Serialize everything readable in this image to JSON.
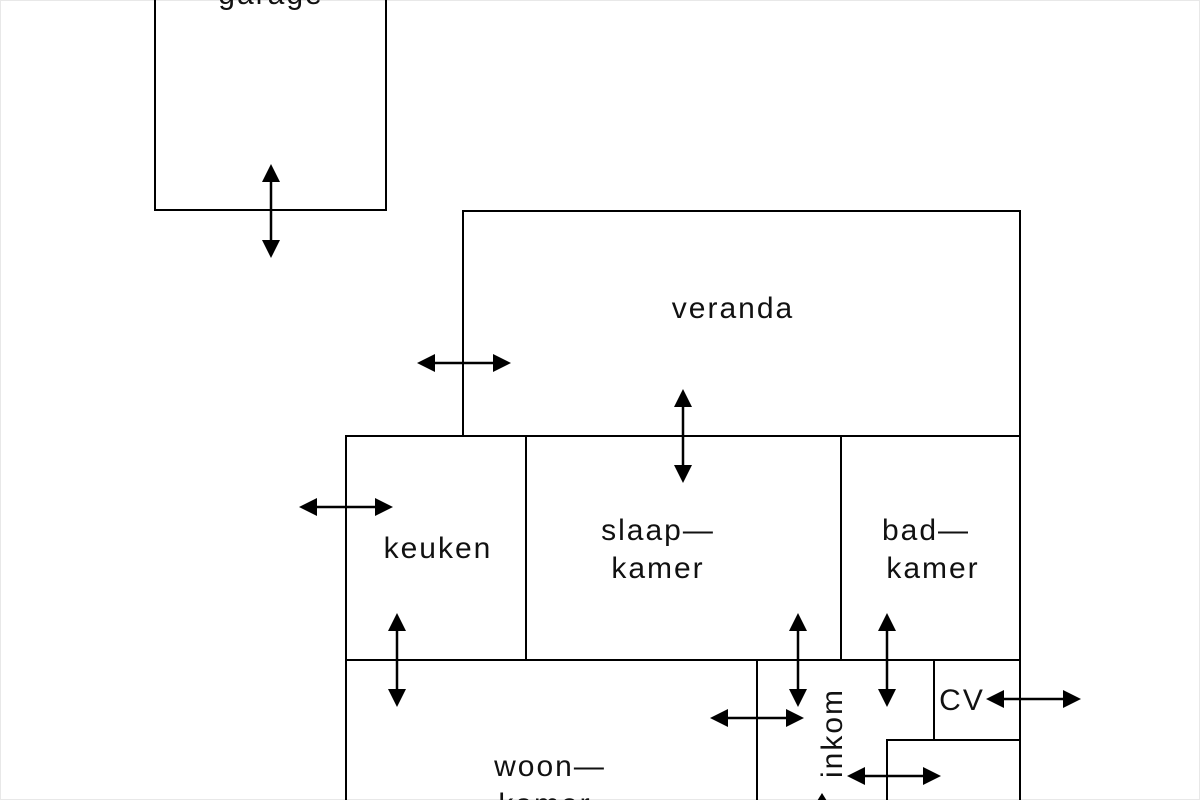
{
  "rooms": {
    "garage": "garage",
    "veranda": "veranda",
    "keuken": "keuken",
    "slaapkamer_line1": "slaap—",
    "slaapkamer_line2": "kamer",
    "badkamer_line1": "bad—",
    "badkamer_line2": "kamer",
    "cv": "CV",
    "inkom": "inkom",
    "woonkamer_line1": "woon—",
    "woonkamer_line2": "kamer"
  },
  "icons": {
    "door_arrow": "double-headed-arrow"
  },
  "colors": {
    "line": "#000000",
    "background": "#ffffff"
  }
}
